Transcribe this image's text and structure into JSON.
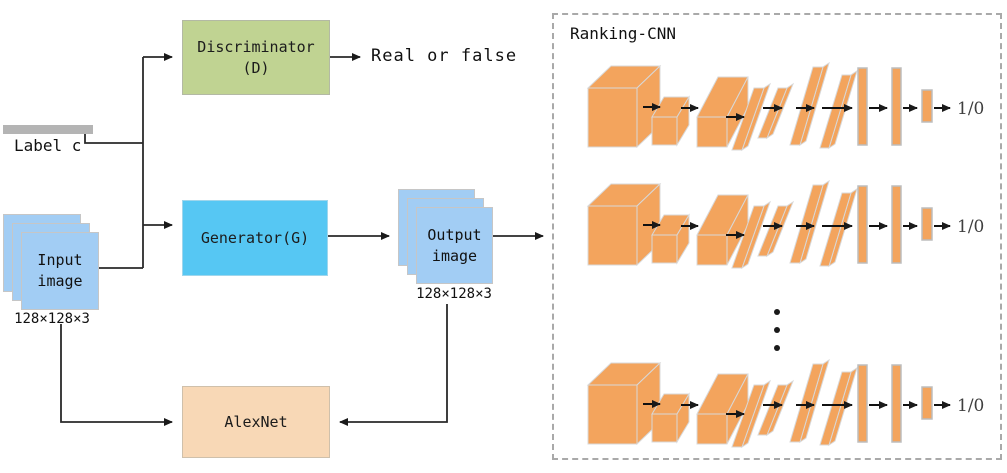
{
  "colors": {
    "discriminator-fill": "#c0d392",
    "generator-fill": "#56c7f3",
    "alexnet-fill": "#f8d8b6",
    "image-stack-fill": "#a2cdf4",
    "cnn-orange": "#f3a45d",
    "label-bar-gray": "#b4b4b4",
    "line-color": "#2a2a2a",
    "panel-border": "#a9a9a9"
  },
  "diagram": {
    "discriminator": {
      "line1": "Discriminator",
      "line2": "(D)"
    },
    "discriminator_output": "Real or false",
    "label_c": "Label c",
    "generator": "Generator(G)",
    "alexnet": "AlexNet",
    "input_image": {
      "line1": "Input",
      "line2": "image",
      "dims": "128×128×3"
    },
    "output_image": {
      "line1": "Output",
      "line2": "image",
      "dims": "128×128×3"
    }
  },
  "ranking": {
    "title": "Ranking-CNN",
    "rows": [
      {
        "output_label": "1/0"
      },
      {
        "output_label": "1/0"
      },
      {
        "output_label": "1/0"
      }
    ]
  }
}
